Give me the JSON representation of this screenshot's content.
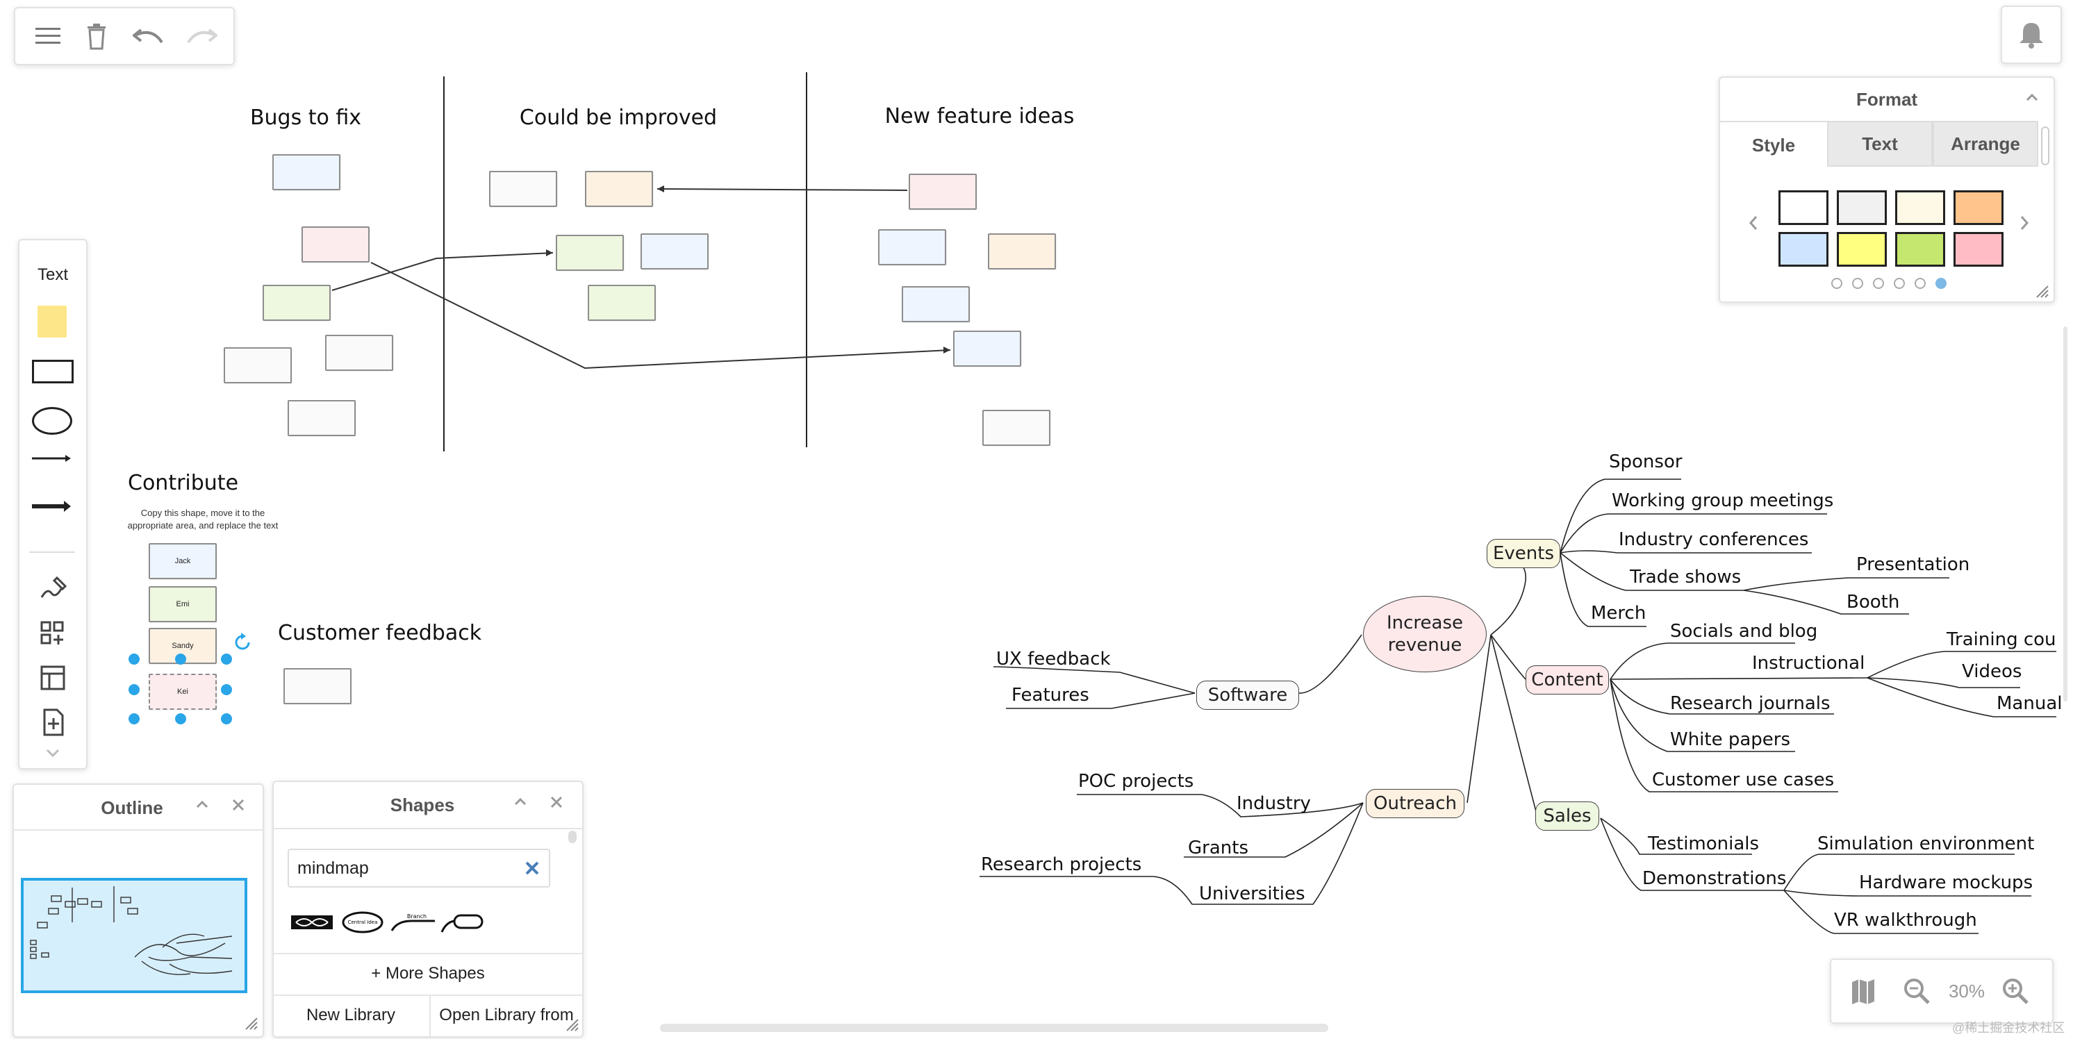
{
  "toolbar": {
    "menu_icon": "hamburger-icon",
    "delete_icon": "trash-icon",
    "undo_icon": "undo-icon",
    "redo_icon": "redo-icon"
  },
  "notifications": {
    "icon": "bell-icon"
  },
  "left_toolbar": {
    "text_label": "Text",
    "tools": [
      "sticky-note",
      "rectangle",
      "ellipse",
      "line",
      "arrow",
      "freehand",
      "insert-shapes",
      "table",
      "add-page"
    ]
  },
  "board": {
    "columns": [
      {
        "title": "Bugs to fix"
      },
      {
        "title": "Could be improved"
      },
      {
        "title": "New feature ideas"
      }
    ],
    "contribute": {
      "title": "Contribute",
      "instructions_line1": "Copy this shape, move it to the",
      "instructions_line2": "appropriate area, and replace the text",
      "names": [
        "Jack",
        "Emi",
        "Sandy",
        "Kei"
      ]
    },
    "customer_feedback": "Customer feedback"
  },
  "mindmap": {
    "center": "Increase\nrevenue",
    "branches": {
      "events": "Events",
      "content": "Content",
      "software": "Software",
      "outreach": "Outreach",
      "sales": "Sales"
    },
    "events_items": [
      "Sponsor",
      "Working group meetings",
      "Industry conferences",
      "Trade shows",
      "Merch"
    ],
    "trade_shows_items": [
      "Presentation",
      "Booth"
    ],
    "content_items": [
      "Socials and blog",
      "Instructional",
      "Research journals",
      "White papers",
      "Customer use cases"
    ],
    "instructional_items": [
      "Training cou",
      "Videos",
      "Manual"
    ],
    "software_items": [
      "UX feedback",
      "Features"
    ],
    "outreach_items": [
      "Industry",
      "Grants",
      "Universities"
    ],
    "industry_items": [
      "POC projects"
    ],
    "universities_items": [
      "Research projects"
    ],
    "sales_items": [
      "Testimonials",
      "Demonstrations"
    ],
    "demonstrations_items": [
      "Simulation environment",
      "Hardware mockups",
      "VR walkthrough"
    ]
  },
  "format_panel": {
    "title": "Format",
    "tabs": [
      "Style",
      "Text",
      "Arrange"
    ],
    "swatches": [
      "#ffffff",
      "#f1f1f1",
      "#fdf9e6",
      "#ffc48c",
      "#cfe5ff",
      "#ffff80",
      "#c5e66f",
      "#ffbcc4"
    ]
  },
  "outline_panel": {
    "title": "Outline"
  },
  "shapes_panel": {
    "title": "Shapes",
    "search_value": "mindmap",
    "more_shapes": "+ More Shapes",
    "new_library": "New Library",
    "open_library": "Open Library from"
  },
  "zoom": {
    "level": "30%"
  },
  "watermark": "@稀土掘金技术社区"
}
